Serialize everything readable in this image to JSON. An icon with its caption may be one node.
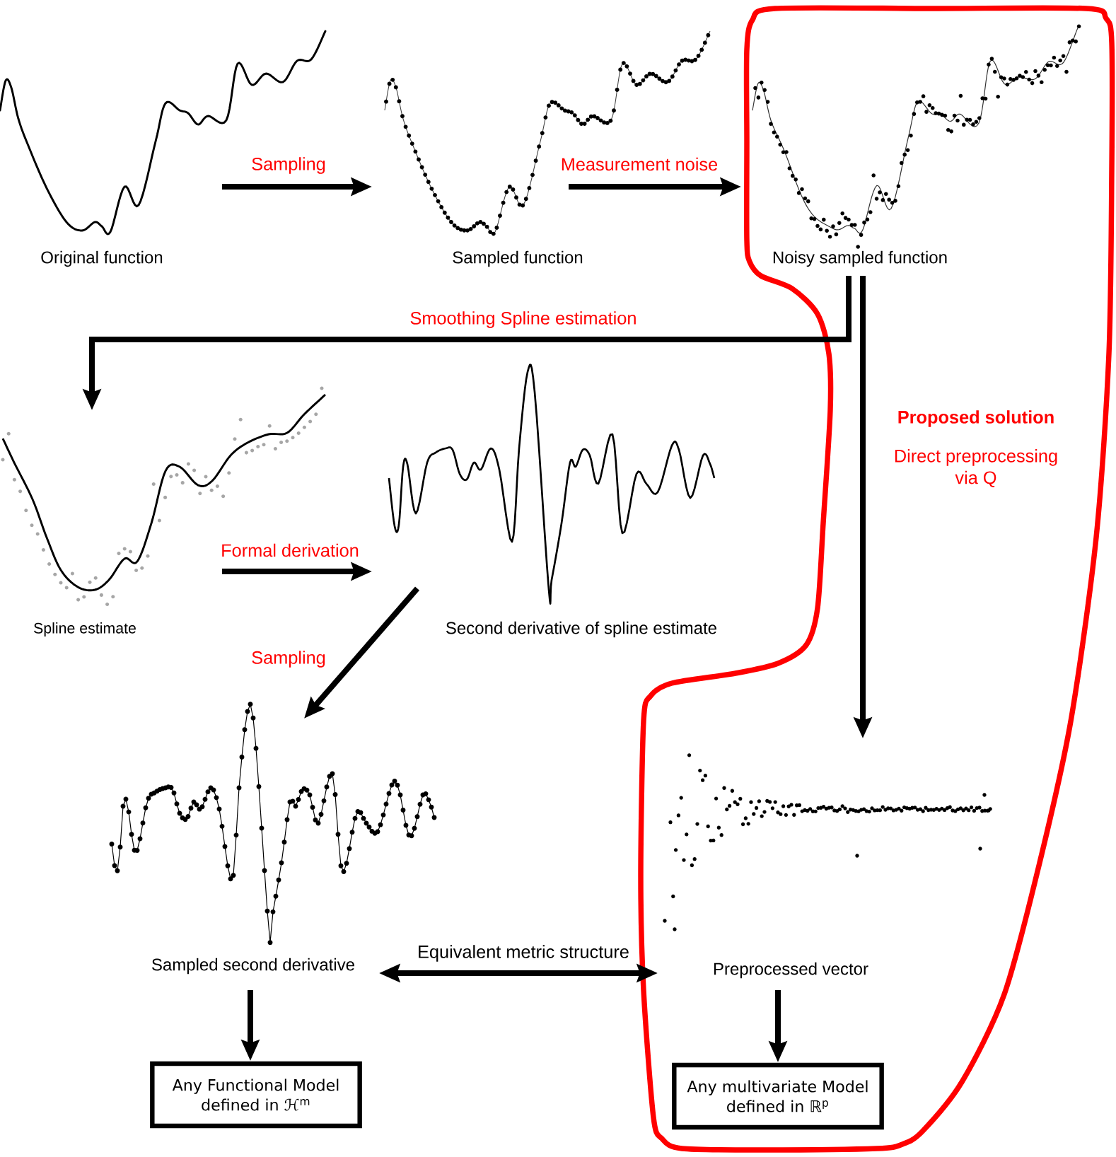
{
  "diagram": {
    "nodes": [
      {
        "text": [
          "Original function"
        ]
      },
      {
        "text": [
          "Sampled function"
        ]
      },
      {
        "text": [
          "Proposed solution"
        ]
      },
      {
        "text": [
          "Noisy sampled function"
        ],
        "in": 2
      },
      {
        "text": [
          "Spline estimate"
        ]
      },
      {
        "text": [
          "Second derivative of spline estimate"
        ]
      },
      {
        "text": [
          "Sampled second derivative"
        ]
      },
      {
        "text": [
          "Preprocessed vector"
        ],
        "in": 2
      },
      {
        "text": [
          "Any Functional Model defined in ℋ$^{m}$"
        ]
      },
      {
        "text": [
          "Any multivariate Model defined in ℝ$^{p}$"
        ],
        "in": 2
      }
    ],
    "edges": [
      {
        "from": 0,
        "to": 1,
        "arrow": "to",
        "label": "Sampling"
      },
      {
        "from": 1,
        "to": 3,
        "arrow": "to",
        "label": "Measurement noise"
      },
      {
        "from": 3,
        "to": 4,
        "arrow": "to",
        "label": "Smoothing Spline estimation"
      },
      {
        "from": 3,
        "to": 7,
        "arrow": "to",
        "label": "Direct preprocessing via Q"
      },
      {
        "from": 4,
        "to": 5,
        "arrow": "to",
        "label": "Formal derivation"
      },
      {
        "from": 5,
        "to": 6,
        "arrow": "to",
        "label": "Sampling"
      },
      {
        "from": 6,
        "to": 7,
        "arrow": "both",
        "label": "Equivalent metric structure"
      },
      {
        "from": 6,
        "to": 8,
        "arrow": "to"
      },
      {
        "from": 7,
        "to": 9,
        "arrow": "to"
      }
    ]
  }
}
